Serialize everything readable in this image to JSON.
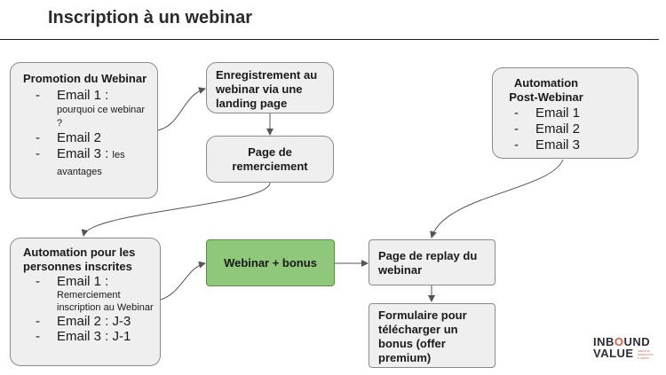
{
  "page": {
    "title": "Inscription à un webinar"
  },
  "nodes": {
    "promotion": {
      "title": "Promotion du Webinar",
      "items": [
        {
          "main": "Email 1 :",
          "sub": "pourquoi ce webinar ?"
        },
        {
          "main": "Email 2",
          "sub": ""
        },
        {
          "main": "Email 3 :",
          "sub": "les avantages"
        }
      ]
    },
    "enregistrement": {
      "title": "Enregistrement au webinar via une landing page"
    },
    "remerciement": {
      "title": "Page de remerciement"
    },
    "automation_inscrites": {
      "title": "Automation pour les personnes inscrites",
      "items": [
        {
          "main": "Email 1 :",
          "sub": "Remerciement inscription au Webinar"
        },
        {
          "main": "Email 2 : J-3",
          "sub": ""
        },
        {
          "main": "Email 3 : J-1",
          "sub": ""
        }
      ]
    },
    "webinar_bonus": {
      "title": "Webinar + bonus"
    },
    "replay": {
      "title": "Page de replay du webinar"
    },
    "formulaire": {
      "title": "Formulaire pour télécharger un bonus (offer premium)"
    },
    "post_webinar": {
      "title": "Automation Post-Webinar",
      "items": [
        "Email 1",
        "Email 2",
        "Email 3"
      ]
    }
  },
  "logo": {
    "line1_a": "INB",
    "line1_b": "O",
    "line1_c": "UND",
    "line2": "VALUE",
    "tagline": "INBOUND MARKETING & VENTE"
  },
  "colors": {
    "box_fill": "#efefef",
    "box_border": "#8a8a8a",
    "highlight_fill": "#8fc87b",
    "logo_accent": "#e05a44"
  }
}
